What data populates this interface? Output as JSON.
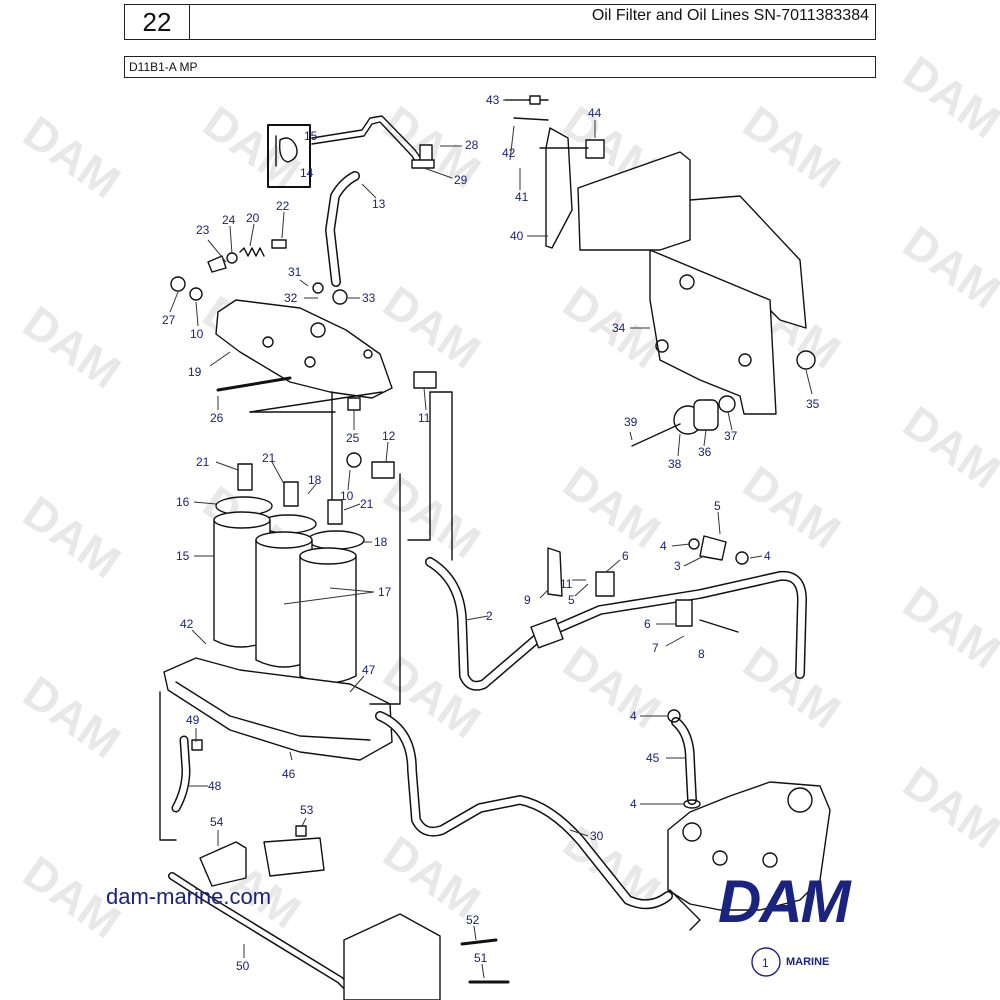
{
  "header": {
    "page_number": "22",
    "title": "Oil Filter and Oil Lines SN-7011383384",
    "model": "D11B1-A MP"
  },
  "watermark": "DAM",
  "branding": {
    "website": "dam-marine.com",
    "logo": "DAM",
    "logo_sub": "MARINE",
    "badge": "1"
  },
  "callouts": [
    {
      "id": "c43",
      "text": "43"
    },
    {
      "id": "c44",
      "text": "44"
    },
    {
      "id": "c42",
      "text": "42"
    },
    {
      "id": "c41",
      "text": "41"
    },
    {
      "id": "c40",
      "text": "40"
    },
    {
      "id": "c15a",
      "text": "15"
    },
    {
      "id": "c14",
      "text": "14"
    },
    {
      "id": "c28",
      "text": "28"
    },
    {
      "id": "c29",
      "text": "29"
    },
    {
      "id": "c13",
      "text": "13"
    },
    {
      "id": "c23",
      "text": "23"
    },
    {
      "id": "c24",
      "text": "24"
    },
    {
      "id": "c20",
      "text": "20"
    },
    {
      "id": "c22",
      "text": "22"
    },
    {
      "id": "c31",
      "text": "31"
    },
    {
      "id": "c32",
      "text": "32"
    },
    {
      "id": "c33",
      "text": "33"
    },
    {
      "id": "c27",
      "text": "27"
    },
    {
      "id": "c10a",
      "text": "10"
    },
    {
      "id": "c19",
      "text": "19"
    },
    {
      "id": "c34",
      "text": "34"
    },
    {
      "id": "c35",
      "text": "35"
    },
    {
      "id": "c26",
      "text": "26"
    },
    {
      "id": "c11a",
      "text": "11"
    },
    {
      "id": "c25",
      "text": "25"
    },
    {
      "id": "c12",
      "text": "12"
    },
    {
      "id": "c39",
      "text": "39"
    },
    {
      "id": "c37",
      "text": "37"
    },
    {
      "id": "c38",
      "text": "38"
    },
    {
      "id": "c36",
      "text": "36"
    },
    {
      "id": "c21a",
      "text": "21"
    },
    {
      "id": "c21b",
      "text": "21"
    },
    {
      "id": "c18a",
      "text": "18"
    },
    {
      "id": "c10b",
      "text": "10"
    },
    {
      "id": "c21c",
      "text": "21"
    },
    {
      "id": "c16",
      "text": "16"
    },
    {
      "id": "c18b",
      "text": "18"
    },
    {
      "id": "c15b",
      "text": "15"
    },
    {
      "id": "c17",
      "text": "17"
    },
    {
      "id": "c5a",
      "text": "5"
    },
    {
      "id": "c4a",
      "text": "4"
    },
    {
      "id": "c4b",
      "text": "4"
    },
    {
      "id": "c3",
      "text": "3"
    },
    {
      "id": "c6a",
      "text": "6"
    },
    {
      "id": "c11b",
      "text": "11"
    },
    {
      "id": "c9",
      "text": "9"
    },
    {
      "id": "c5b",
      "text": "5"
    },
    {
      "id": "c2",
      "text": "2"
    },
    {
      "id": "c6b",
      "text": "6"
    },
    {
      "id": "c7",
      "text": "7"
    },
    {
      "id": "c8",
      "text": "8"
    },
    {
      "id": "c42b",
      "text": "42"
    },
    {
      "id": "c47",
      "text": "47"
    },
    {
      "id": "c49",
      "text": "49"
    },
    {
      "id": "c46",
      "text": "46"
    },
    {
      "id": "c48",
      "text": "48"
    },
    {
      "id": "c4c",
      "text": "4"
    },
    {
      "id": "c45",
      "text": "45"
    },
    {
      "id": "c4d",
      "text": "4"
    },
    {
      "id": "c53",
      "text": "53"
    },
    {
      "id": "c54",
      "text": "54"
    },
    {
      "id": "c30",
      "text": "30"
    },
    {
      "id": "c52",
      "text": "52"
    },
    {
      "id": "c51",
      "text": "51"
    },
    {
      "id": "c50",
      "text": "50"
    }
  ]
}
